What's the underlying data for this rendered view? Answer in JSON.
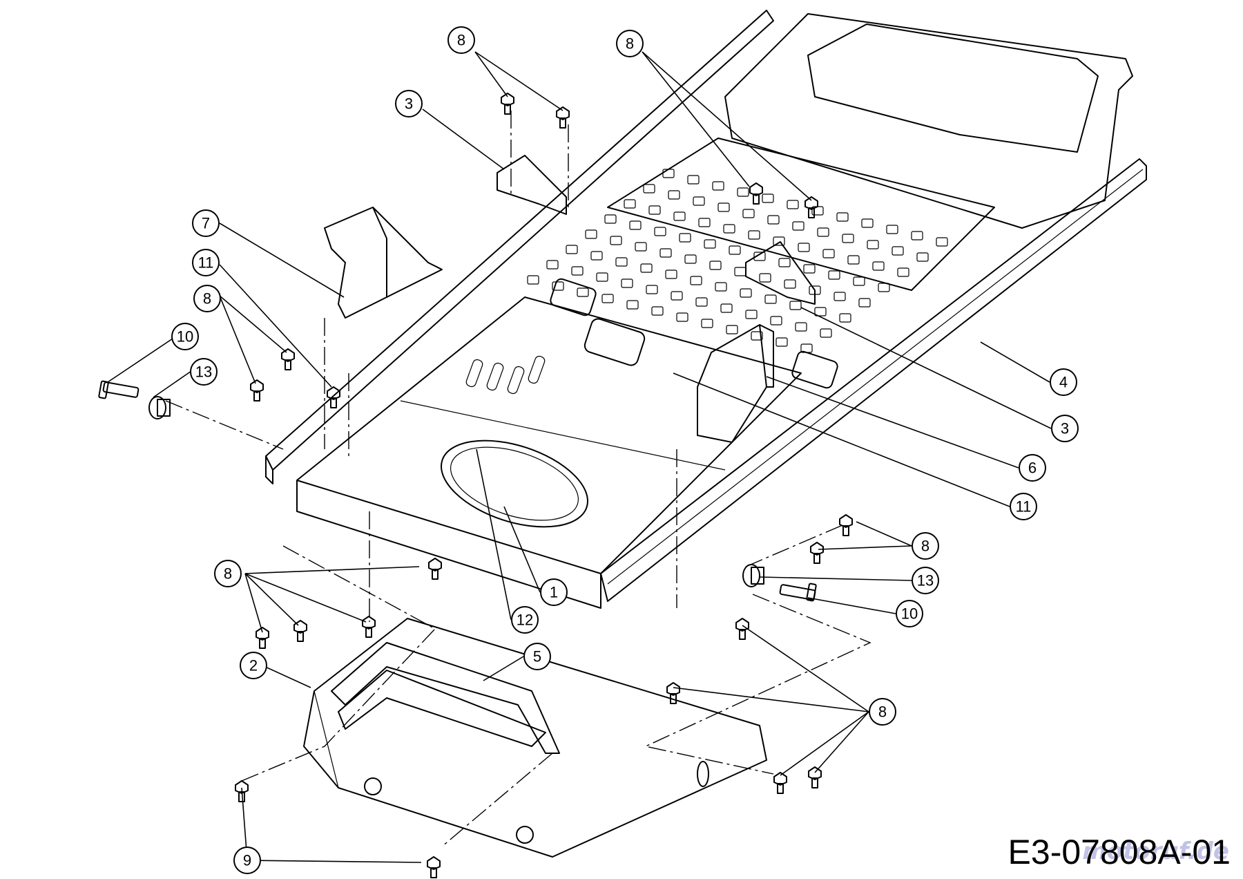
{
  "drawing_number": "E3-07808A-01",
  "watermark": "motoruf.de",
  "callouts": [
    {
      "id": "c-8-top-left",
      "label": "8"
    },
    {
      "id": "c-8-top-mid",
      "label": "8"
    },
    {
      "id": "c-3-top",
      "label": "3"
    },
    {
      "id": "c-7",
      "label": "7"
    },
    {
      "id": "c-11-left",
      "label": "11"
    },
    {
      "id": "c-8-left",
      "label": "8"
    },
    {
      "id": "c-10-left",
      "label": "10"
    },
    {
      "id": "c-13-left",
      "label": "13"
    },
    {
      "id": "c-4",
      "label": "4"
    },
    {
      "id": "c-3-right",
      "label": "3"
    },
    {
      "id": "c-6",
      "label": "6"
    },
    {
      "id": "c-11-right",
      "label": "11"
    },
    {
      "id": "c-8-right",
      "label": "8"
    },
    {
      "id": "c-13-right",
      "label": "13"
    },
    {
      "id": "c-10-right",
      "label": "10"
    },
    {
      "id": "c-1",
      "label": "1"
    },
    {
      "id": "c-12",
      "label": "12"
    },
    {
      "id": "c-8-lower-left",
      "label": "8"
    },
    {
      "id": "c-5",
      "label": "5"
    },
    {
      "id": "c-2",
      "label": "2"
    },
    {
      "id": "c-8-bottom-right",
      "label": "8"
    },
    {
      "id": "c-9",
      "label": "9"
    }
  ]
}
